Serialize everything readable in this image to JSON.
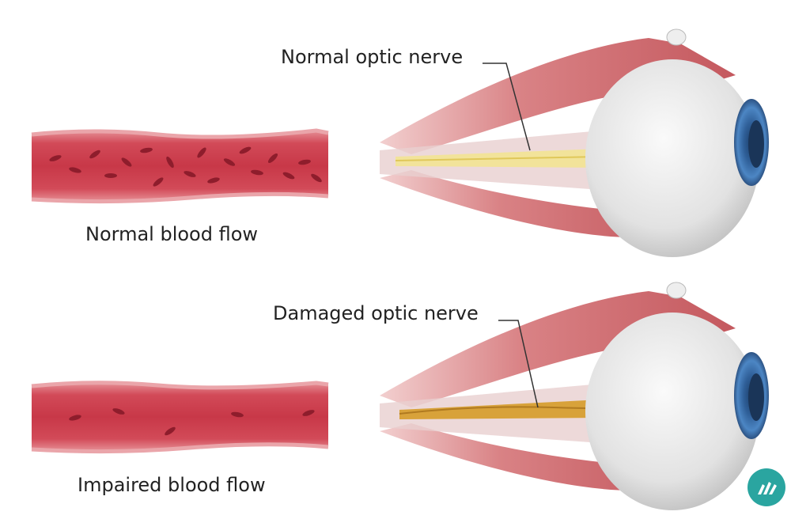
{
  "labels": {
    "normal_blood_flow": "Normal blood flow",
    "impaired_blood_flow": "Impaired blood flow",
    "normal_optic_nerve": "Normal optic nerve",
    "damaged_optic_nerve": "Damaged optic nerve"
  },
  "colors": {
    "vessel_wall": "#d9737b",
    "vessel_inner": "#c93a4a",
    "blood_cell": "#8e1d2c",
    "muscle": "#d47a7e",
    "sclera": "#e6e6e6",
    "iris": "#3e74b0",
    "nerve_normal": "#f2e39a",
    "nerve_damaged": "#d8a23a",
    "logo": "#2aa5a0"
  },
  "icons": {
    "logo": "brand-logo-icon"
  }
}
